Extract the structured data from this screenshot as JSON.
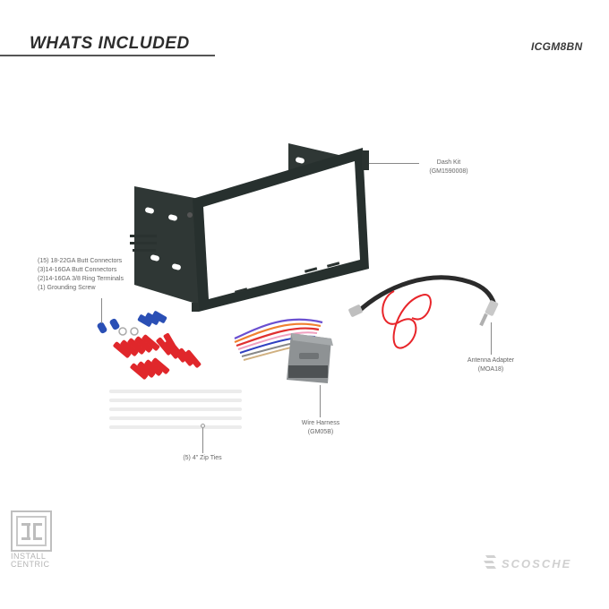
{
  "header": {
    "title": "WHATS INCLUDED",
    "sku": "ICGM8BN"
  },
  "callouts": {
    "dash_kit": {
      "name": "Dash Kit",
      "part": "(GM1590008)"
    },
    "connectors": {
      "lines": [
        "(15) 18-22GA Butt Connectors",
        "(3)14-16GA Butt Connectors",
        "(2)14-16GA 3/8 Ring Terminals",
        "(1) Grounding Screw"
      ]
    },
    "antenna_adapter": {
      "name": "Antenna Adapter",
      "part": "(MOA18)"
    },
    "wire_harness": {
      "name": "Wire Harness",
      "part": "(GM05B)"
    },
    "zip_ties": {
      "name": "(5) 4\" Zip Ties"
    }
  },
  "branding": {
    "install_centric_line1": "INSTALL",
    "install_centric_line2": "CENTRIC",
    "scosche": "SCOSCHE"
  },
  "colors": {
    "frame": "#2a3230",
    "red_connector": "#e0272b",
    "blue_connector": "#2a4fb5",
    "harness_gray": "#8e9294",
    "antenna_cable": "#2b2b2b"
  }
}
